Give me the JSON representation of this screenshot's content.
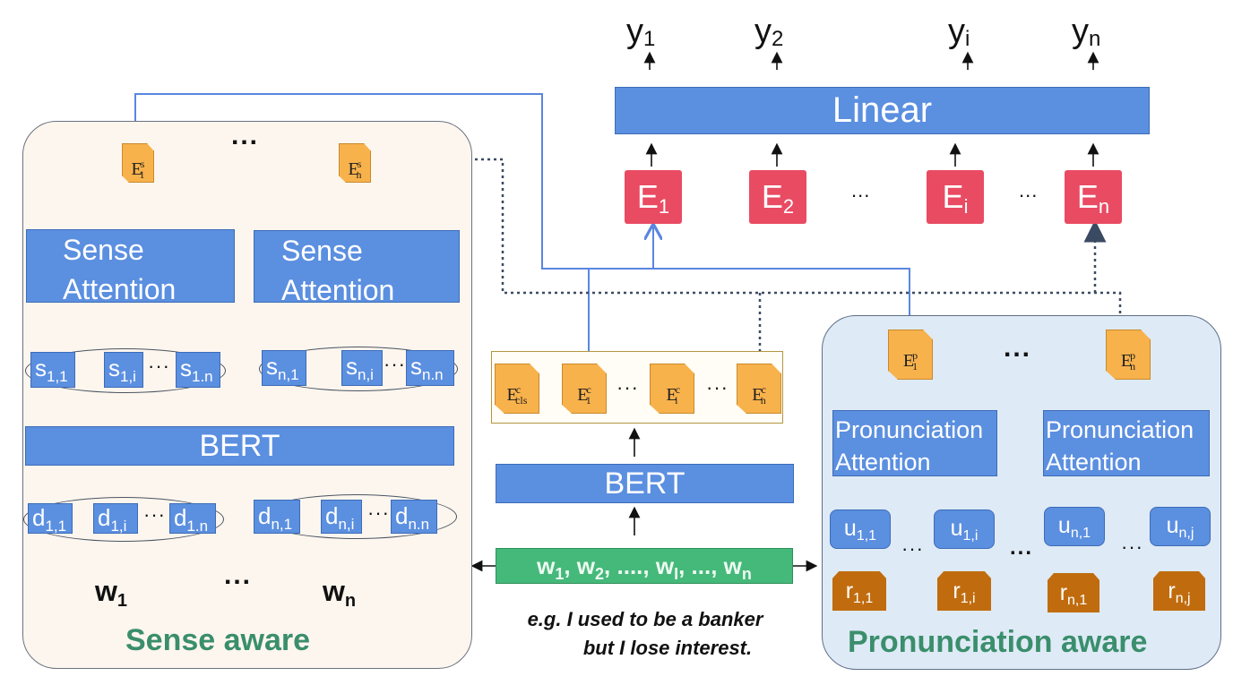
{
  "outputs": {
    "labels": [
      {
        "base": "y",
        "sub": "1"
      },
      {
        "base": "y",
        "sub": "2"
      },
      {
        "base": "y",
        "sub": "i"
      },
      {
        "base": "y",
        "sub": "n"
      }
    ],
    "linear_label": "Linear",
    "embeddings": [
      {
        "base": "E",
        "sub": "1"
      },
      {
        "base": "E",
        "sub": "2"
      },
      {
        "base": "E",
        "sub": "i"
      },
      {
        "base": "E",
        "sub": "n"
      }
    ],
    "ellipsis": "..."
  },
  "sense_panel": {
    "title": "Sense aware",
    "top_ellipsis": "...",
    "embeddings": [
      {
        "base": "E",
        "sup": "s",
        "sub": "1"
      },
      {
        "base": "E",
        "sup": "s",
        "sub": "n"
      }
    ],
    "attention_blocks": [
      {
        "line1": "Sense",
        "line2": "Attention"
      },
      {
        "line1": "Sense",
        "line2": "Attention"
      }
    ],
    "sense_groups": [
      [
        {
          "base": "s",
          "sub": "1,1"
        },
        {
          "base": "s",
          "sub": "1,i"
        },
        {
          "base": "s",
          "sub": "1.n"
        }
      ],
      [
        {
          "base": "s",
          "sub": "n,1"
        },
        {
          "base": "s",
          "sub": "n,i"
        },
        {
          "base": "s",
          "sub": "n.n"
        }
      ]
    ],
    "bert_label": "BERT",
    "definition_groups": [
      [
        {
          "base": "d",
          "sub": "1,1"
        },
        {
          "base": "d",
          "sub": "1,i"
        },
        {
          "base": "d",
          "sub": "1.n"
        }
      ],
      [
        {
          "base": "d",
          "sub": "n,1"
        },
        {
          "base": "d",
          "sub": "n,i"
        },
        {
          "base": "d",
          "sub": "n.n"
        }
      ]
    ],
    "group_ellipsis": "···",
    "words": [
      {
        "base": "w",
        "sub": "1"
      },
      {
        "base": "w",
        "sub": "n"
      }
    ],
    "word_ellipsis": "..."
  },
  "context_encoder": {
    "embeddings": [
      {
        "base": "E",
        "sup": "c",
        "sub": "cls"
      },
      {
        "base": "E",
        "sup": "c",
        "sub": "1"
      },
      {
        "base": "E",
        "sup": "c",
        "sub": "i"
      },
      {
        "base": "E",
        "sup": "c",
        "sub": "n"
      }
    ],
    "ellipsis": "···",
    "bert_label": "BERT",
    "input_sequence": {
      "w1": "1",
      "w2": "2",
      "wi": "I",
      "wn": "n",
      "sep_long": ", ....,",
      "sep_short": ", ...,"
    },
    "example_line1": "e.g. I used to be a banker",
    "example_line2": "but I lose interest."
  },
  "pronunciation_panel": {
    "title": "Pronunciation aware",
    "top_ellipsis": "...",
    "embeddings": [
      {
        "base": "E",
        "sup": "p",
        "sub": "1"
      },
      {
        "base": "E",
        "sup": "p",
        "sub": "n"
      }
    ],
    "attention_blocks": [
      {
        "line1": "Pronunciation",
        "line2": "Attention"
      },
      {
        "line1": "Pronunciation",
        "line2": "Attention"
      }
    ],
    "units": [
      {
        "base": "u",
        "sub": "1,1"
      },
      {
        "base": "u",
        "sub": "1,i"
      },
      {
        "base": "u",
        "sub": "n,1"
      },
      {
        "base": "u",
        "sub": "n,j"
      }
    ],
    "phonemes": [
      {
        "base": "r",
        "sub": "1,1"
      },
      {
        "base": "r",
        "sub": "1,i"
      },
      {
        "base": "r",
        "sub": "n,1"
      },
      {
        "base": "r",
        "sub": "n,j"
      }
    ],
    "small_ellipsis": "···",
    "mid_ellipsis": "..."
  },
  "colors": {
    "block_blue": "#5b8fe0",
    "output_red": "#e94b63",
    "embedding_orange": "#f8b24c",
    "phoneme_brown": "#c06c0e",
    "input_green": "#45b97a",
    "label_green": "#3a8e6c",
    "sense_panel_bg": "#fdf6ee",
    "pron_panel_bg": "#deeaf6",
    "connector_blue": "#5a86e0",
    "connector_dotted": "#3b4a63"
  }
}
